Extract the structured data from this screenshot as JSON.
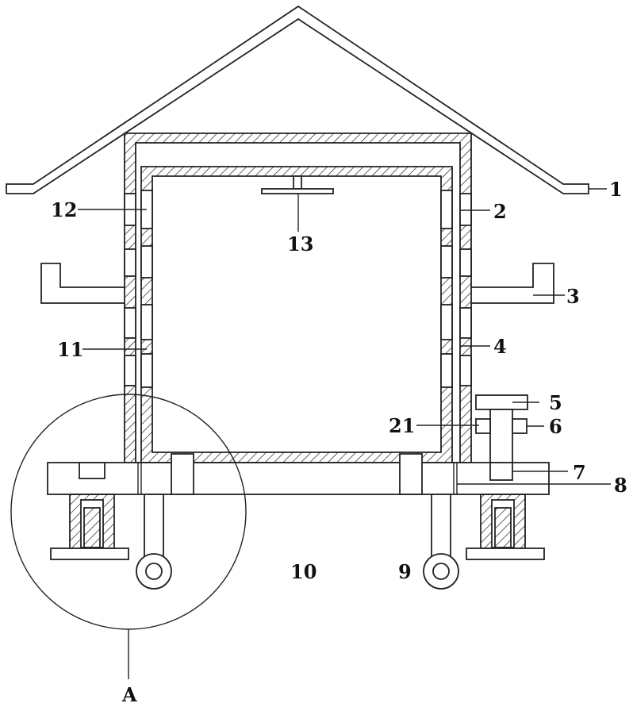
{
  "figure": {
    "labels": {
      "l1": "1",
      "l2": "2",
      "l3": "3",
      "l4": "4",
      "l5": "5",
      "l6": "6",
      "l7": "7",
      "l8": "8",
      "l9": "9",
      "l10": "10",
      "l11": "11",
      "l12": "12",
      "l13": "13",
      "l21": "21",
      "lA": "A"
    }
  }
}
